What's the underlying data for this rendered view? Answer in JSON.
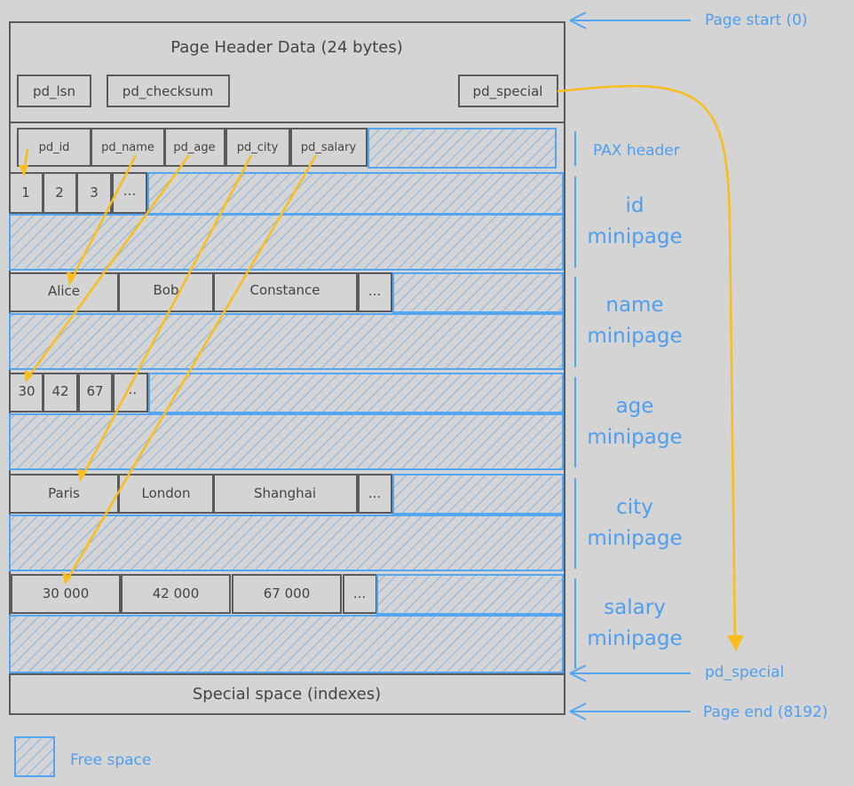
{
  "header": {
    "title": "Page Header Data (24 bytes)",
    "fields": [
      "pd_lsn",
      "pd_checksum",
      "pd_special"
    ]
  },
  "pax_header": {
    "fields": [
      "pd_id",
      "pd_name",
      "pd_age",
      "pd_city",
      "pd_salary"
    ]
  },
  "minipages": {
    "id": {
      "cells": [
        "1",
        "2",
        "3",
        "..."
      ],
      "label": [
        "id",
        "minipage"
      ]
    },
    "name": {
      "cells": [
        "Alice",
        "Bob",
        "Constance",
        "..."
      ],
      "label": [
        "name",
        "minipage"
      ]
    },
    "age": {
      "cells": [
        "30",
        "42",
        "67",
        "..."
      ],
      "label": [
        "age",
        "minipage"
      ]
    },
    "city": {
      "cells": [
        "Paris",
        "London",
        "Shanghai",
        "..."
      ],
      "label": [
        "city",
        "minipage"
      ]
    },
    "salary": {
      "cells": [
        "30 000",
        "42 000",
        "67 000",
        "..."
      ],
      "label": [
        "salary",
        "minipage"
      ]
    }
  },
  "special_space": "Special space (indexes)",
  "annotations": {
    "page_start": "Page start (0)",
    "pax_header": "PAX header",
    "pd_special": "pd_special",
    "page_end": "Page end (8192)"
  },
  "legend": {
    "free_space": "Free space"
  },
  "colors": {
    "background": "#d4d4d4",
    "outline": "#5a5a5a",
    "free_space": "#55a6f2",
    "pointer": "#f9bd1c",
    "annotation": "#4f9ef0"
  }
}
